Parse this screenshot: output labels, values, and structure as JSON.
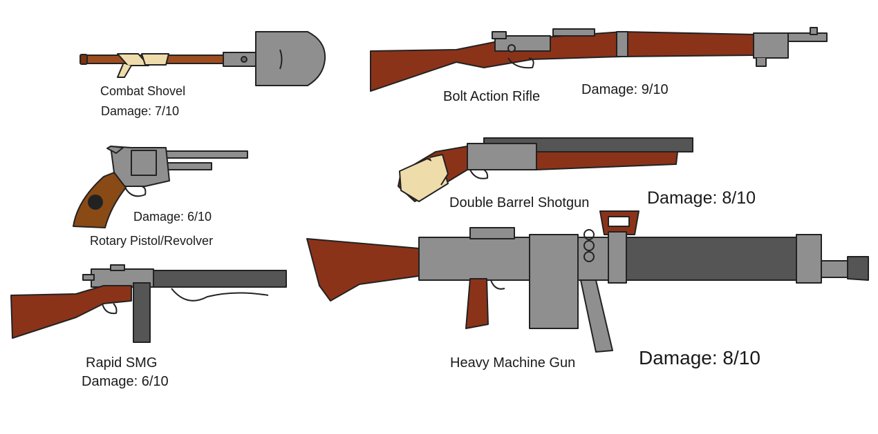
{
  "colors": {
    "wood": "#8b3319",
    "wood_outline": "#3a1208",
    "metal": "#8f8f8f",
    "dark_metal": "#5a5a5a",
    "outline": "#222222",
    "wrap": "#efdcab",
    "revolver_grip": "#8a4a15",
    "background": "#ffffff"
  },
  "weapons": [
    {
      "id": "combat_shovel",
      "name": "Combat Shovel",
      "damage": "Damage:  7/10",
      "icon": "shovel-icon"
    },
    {
      "id": "bolt_action_rifle",
      "name": "Bolt Action Rifle",
      "damage": "Damage:  9/10",
      "icon": "rifle-icon"
    },
    {
      "id": "rotary_pistol",
      "name": "Rotary Pistol/Revolver",
      "damage": "Damage:  6/10",
      "icon": "revolver-icon"
    },
    {
      "id": "double_barrel_shotgun",
      "name": "Double Barrel Shotgun",
      "damage": "Damage:  8/10",
      "icon": "shotgun-icon"
    },
    {
      "id": "rapid_smg",
      "name": "Rapid SMG",
      "damage": "Damage:  6/10",
      "icon": "smg-icon"
    },
    {
      "id": "heavy_machine_gun",
      "name": "Heavy Machine Gun",
      "damage": "Damage: 8/10",
      "icon": "machine-gun-icon"
    }
  ]
}
